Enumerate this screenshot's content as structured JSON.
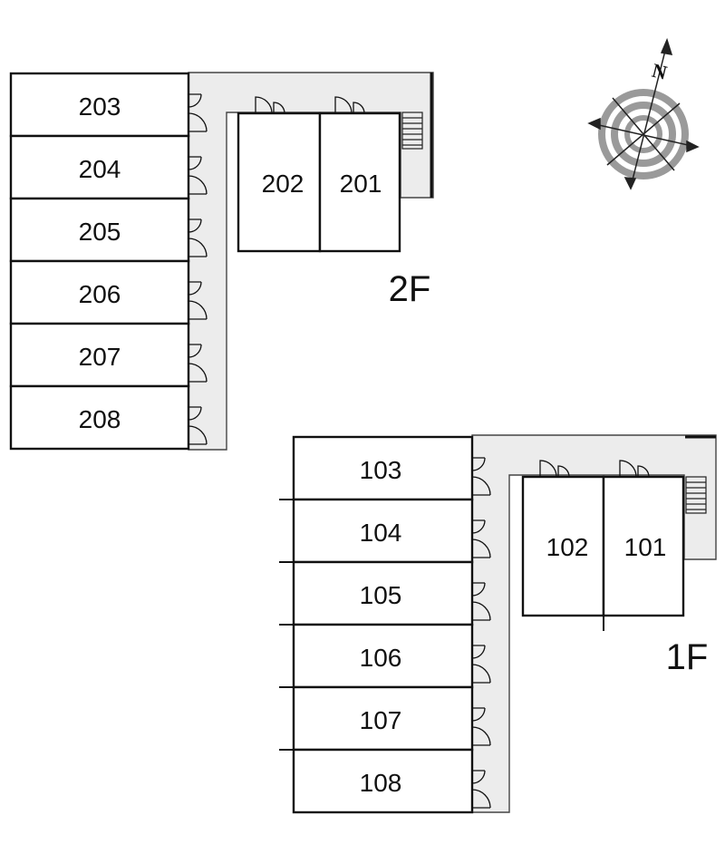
{
  "floors": [
    {
      "label": "2F",
      "west_rooms": [
        "203",
        "204",
        "205",
        "206",
        "207",
        "208"
      ],
      "east_rooms": [
        "202",
        "201"
      ]
    },
    {
      "label": "1F",
      "west_rooms": [
        "103",
        "104",
        "105",
        "106",
        "107",
        "108"
      ],
      "east_rooms": [
        "102",
        "101"
      ]
    }
  ],
  "compass": {
    "north_label": "N",
    "icon": "compass-rose-icon"
  },
  "colors": {
    "line": "#111111",
    "corridor": "#ececec",
    "compass_ring": "#9a9a9a"
  }
}
